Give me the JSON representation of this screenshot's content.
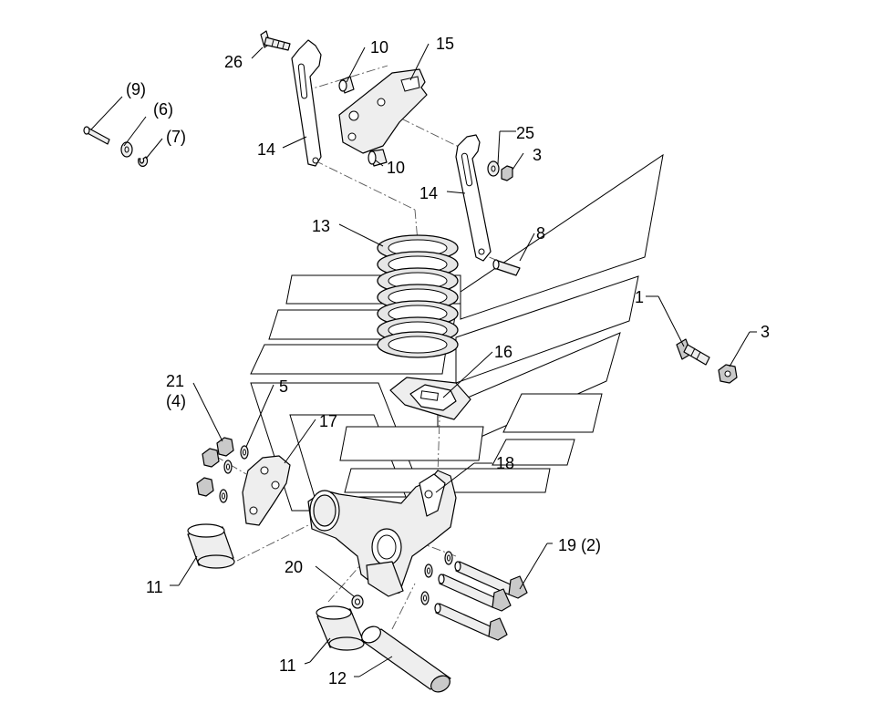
{
  "diagram": {
    "callouts": {
      "c1": "1",
      "c3a": "3",
      "c3b": "3",
      "c5": "5",
      "c8": "8",
      "c10a": "10",
      "c10b": "10",
      "c11a": "11",
      "c11b": "11",
      "c12": "12",
      "c13": "13",
      "c14a": "14",
      "c14b": "14",
      "c15": "15",
      "c16": "16",
      "c17": "17",
      "c18": "18",
      "c19": "19 (2)",
      "c20": "20",
      "c21": "21",
      "c21q": "(4)",
      "c25": "25",
      "c26": "26",
      "c9": "(9)",
      "c6": "(6)",
      "c7": "(7)"
    }
  }
}
